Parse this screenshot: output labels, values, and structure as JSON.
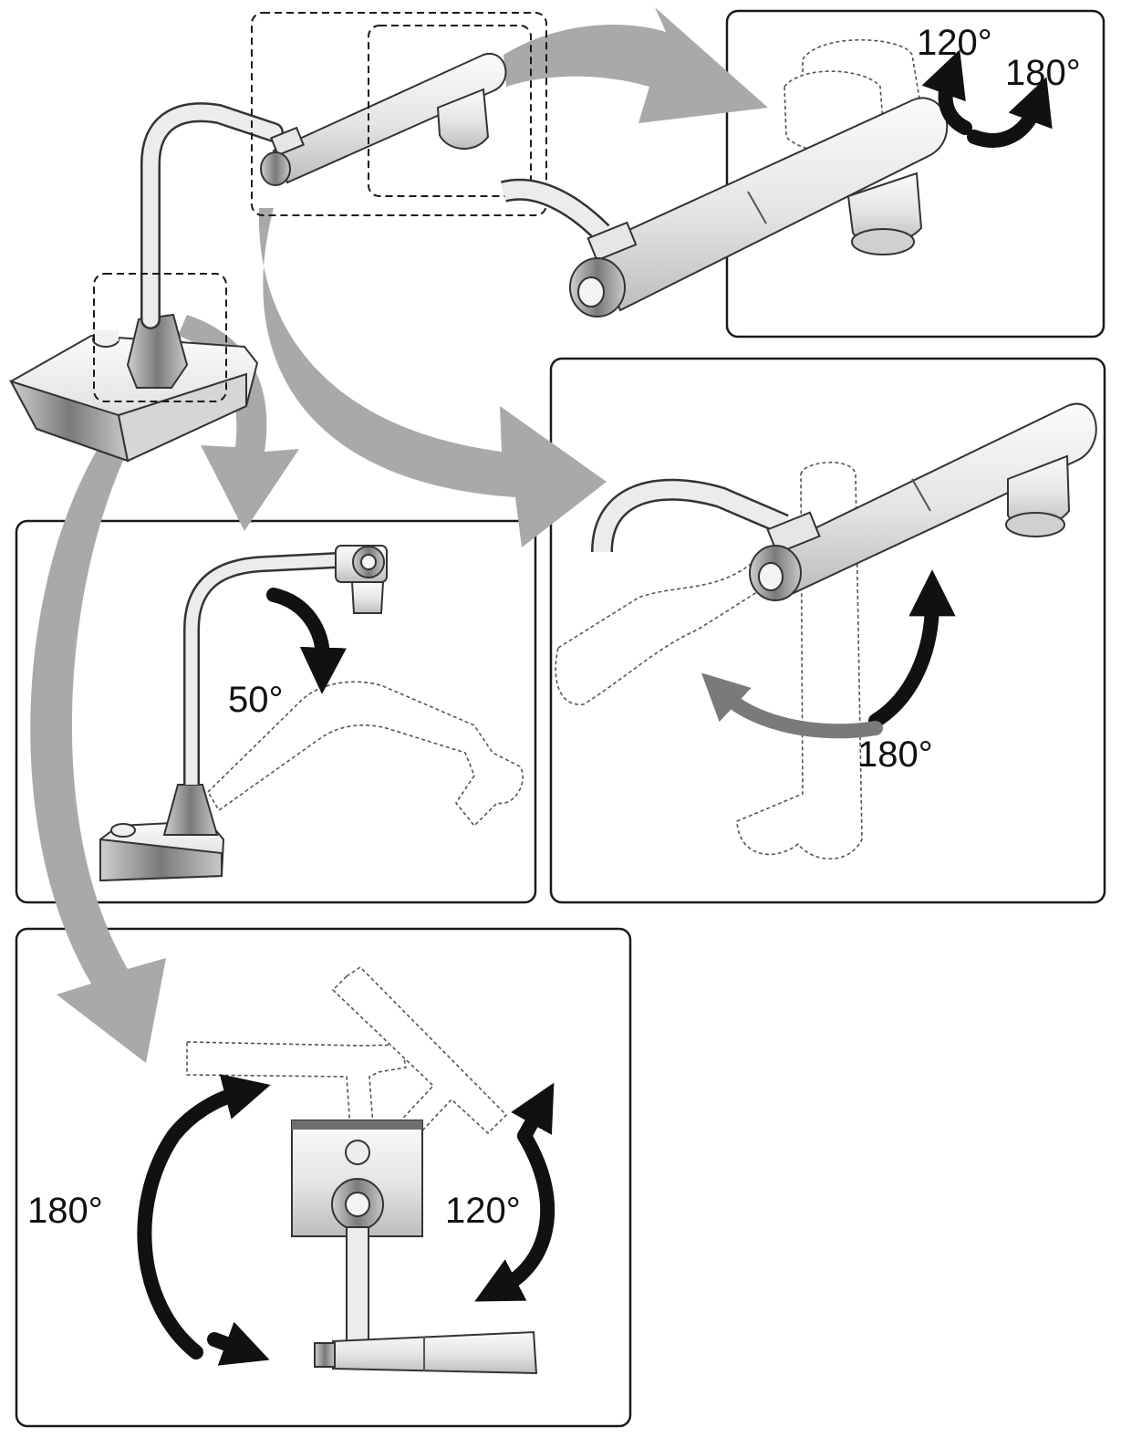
{
  "colors": {
    "panel_border": "#1a1a1a",
    "flow_arrow": "#a9a9a9",
    "rotation_arrow": "#111111",
    "rotation_arrow_grey": "#7a7a7a",
    "device_body": "#e8e8e8"
  },
  "panels": {
    "camera_head": {
      "label_tilt": "120°",
      "label_rotate": "180°"
    },
    "arm_tilt": {
      "label_angle": "50°"
    },
    "arm_rotate": {
      "label_angle": "180°"
    },
    "base_rotate": {
      "label_left": "180°",
      "label_right": "120°"
    }
  }
}
